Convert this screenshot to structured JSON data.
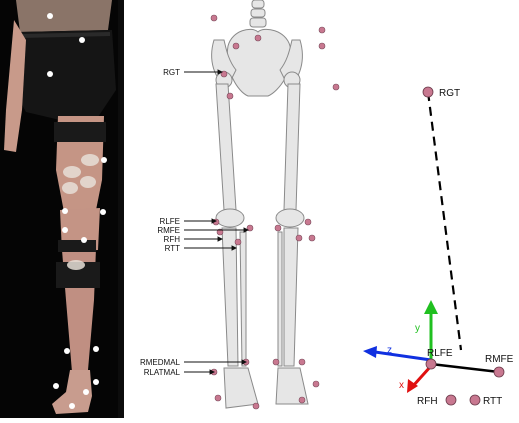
{
  "skeleton_labels": {
    "rgt": "RGT",
    "rlfe": "RLFE",
    "rmfe": "RMFE",
    "rfh": "RFH",
    "rtt": "RTT",
    "rmedmal": "RMEDMAL",
    "rlatmal": "RLATMAL"
  },
  "model_labels": {
    "rgt": "RGT",
    "rlfe": "RLFE",
    "rmfe": "RMFE",
    "rfh": "RFH",
    "rtt": "RTT"
  },
  "axes": {
    "x_label": "x",
    "y_label": "y",
    "z_label": "z",
    "x_color": "#e01010",
    "y_color": "#20c020",
    "z_color": "#1030e0"
  },
  "colors": {
    "marker": "#c87890",
    "photo_bg": "#050505",
    "bone": "#e6e6e6"
  }
}
